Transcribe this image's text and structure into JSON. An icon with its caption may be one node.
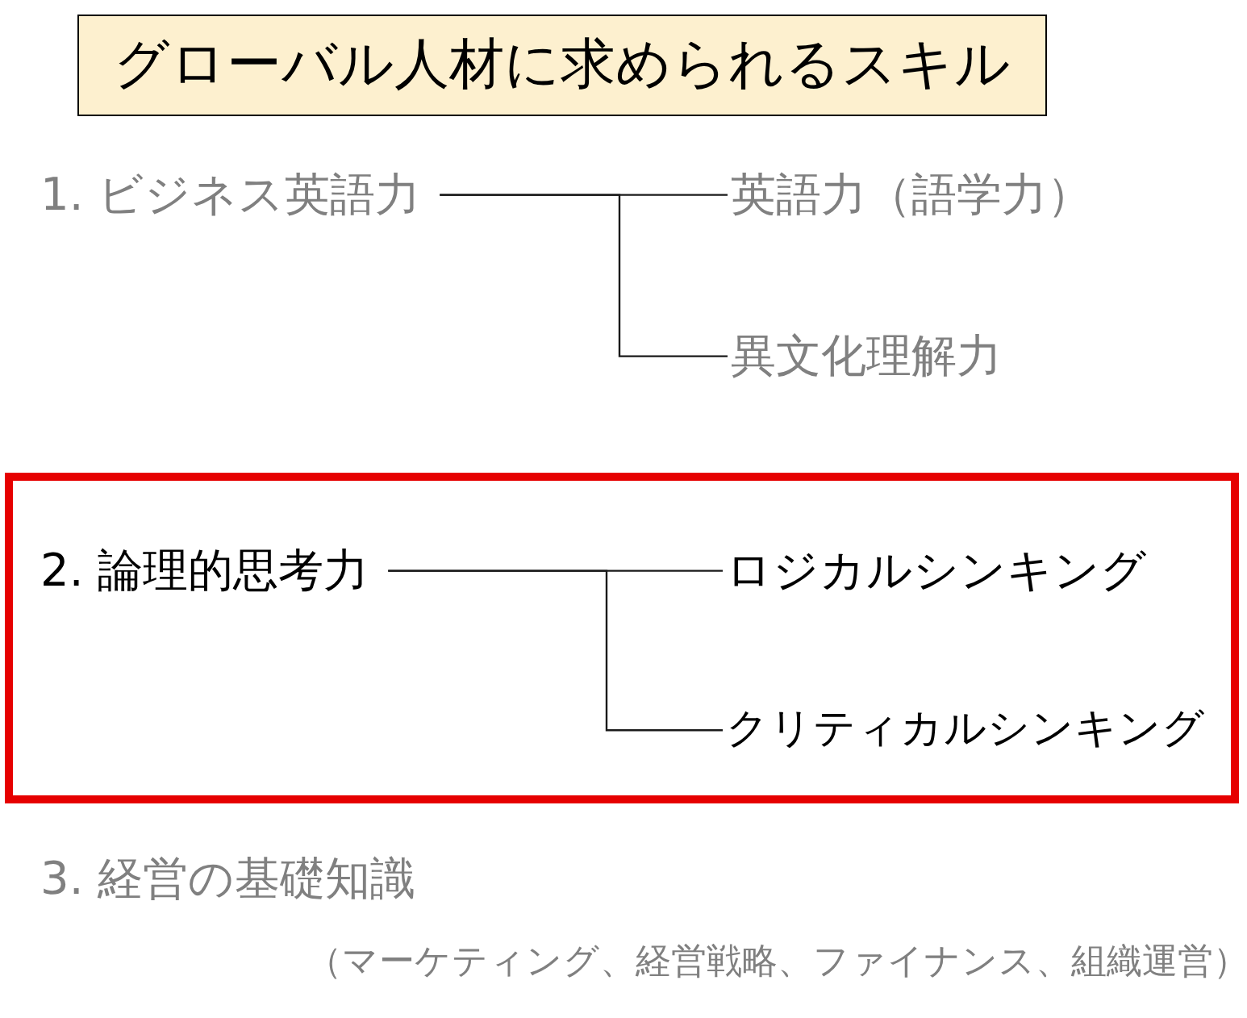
{
  "diagram": {
    "nodes": [
      {
        "text": [
          "グローバル人材に求められるスキル"
        ]
      },
      {
        "text": [
          "1. ビジネス英語力"
        ]
      },
      {
        "text": [
          "英語力（語学力）"
        ]
      },
      {
        "text": [
          "異文化理解力"
        ]
      },
      {
        "text": [],
        "shape": "box"
      },
      {
        "text": [
          "2. 論理的思考力"
        ],
        "in": 4
      },
      {
        "text": [
          "ロジカルシンキング"
        ],
        "in": 4
      },
      {
        "text": [
          "クリティカルシンキング"
        ],
        "in": 4
      }
    ],
    "edges": [
      {
        "from": 1,
        "to": 2,
        "arrow": "none"
      },
      {
        "from": 1,
        "to": 3,
        "arrow": "none"
      },
      {
        "from": 5,
        "to": 6,
        "arrow": "none"
      },
      {
        "from": 5,
        "to": 7,
        "arrow": "none"
      }
    ],
    "labels": [
      "3. 経営の基礎知識",
      "（マーケティング、経営戦略、ファイナンス、組織運営）"
    ]
  }
}
